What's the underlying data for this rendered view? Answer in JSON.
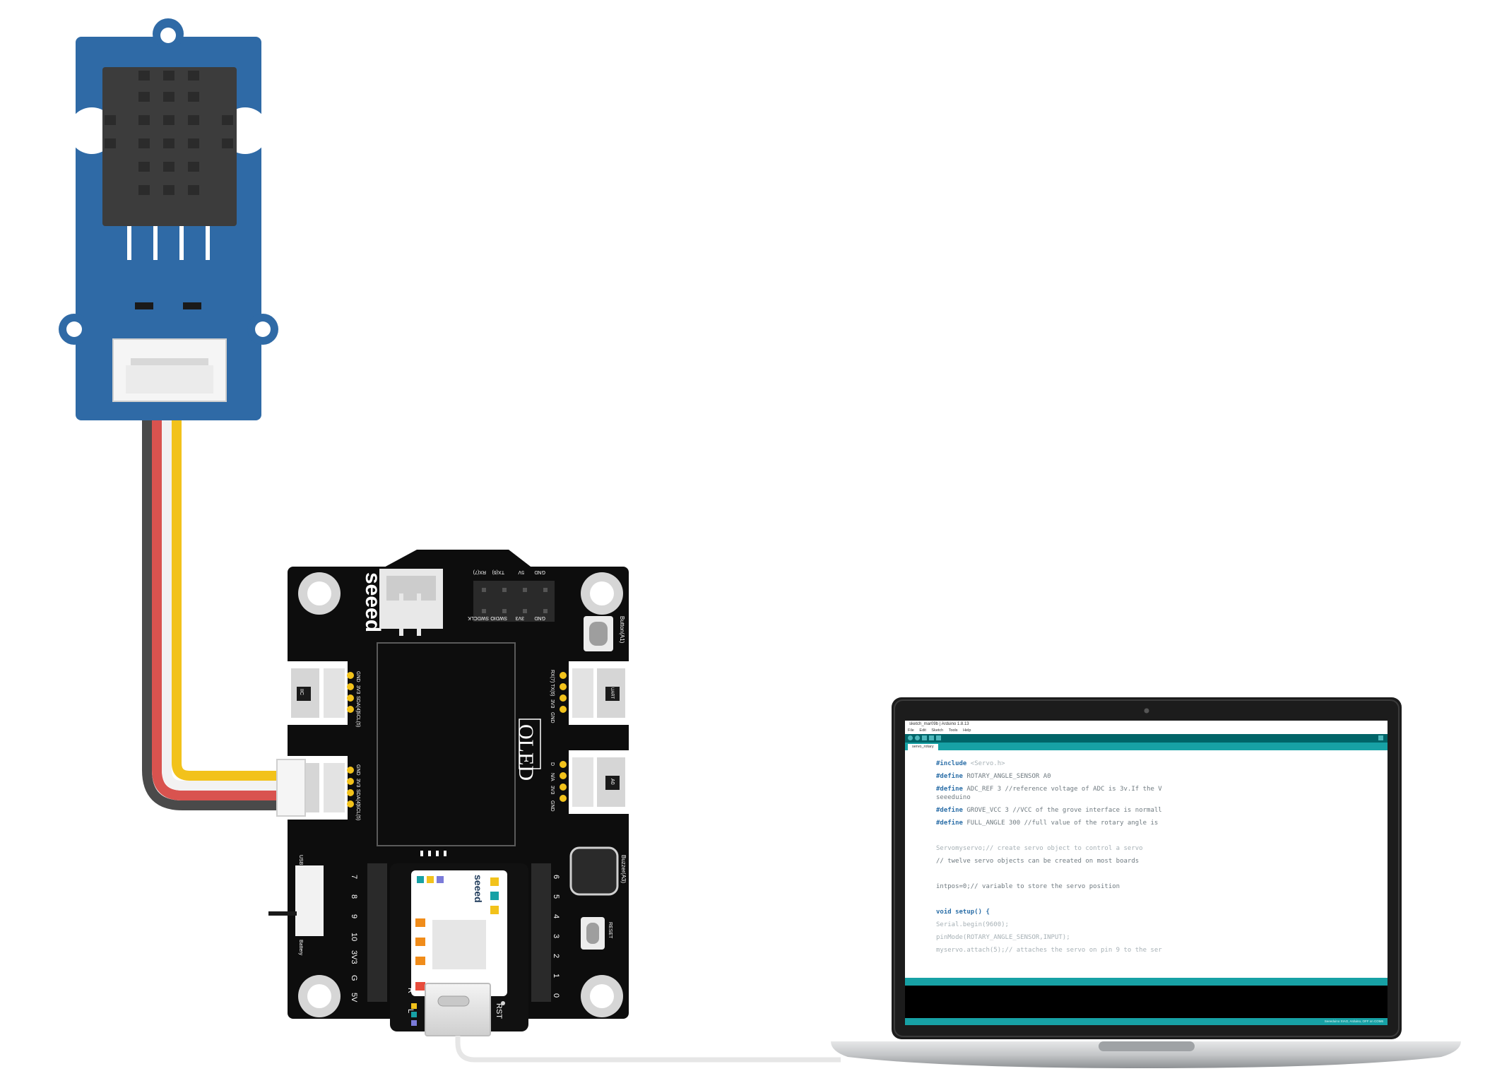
{
  "board": {
    "brand": "seeed",
    "display_label": "OLED",
    "header_top_labels": [
      "GND",
      "5V",
      "TX(6)",
      "RX(7)"
    ],
    "header_bottom_labels": [
      "GND",
      "3V3",
      "SWDIO",
      "SWDCLK"
    ],
    "left_port1_labels": [
      "GND",
      "3V3",
      "SDA(4)",
      "SCL(5)"
    ],
    "left_port1_tag": "IIC",
    "left_port2_labels": [
      "GND",
      "3V3",
      "SDA(4)",
      "SCL(5)"
    ],
    "right_port1_labels": [
      "RX(7)",
      "TX(6)",
      "3V3",
      "GND"
    ],
    "right_port1_tag": "UART",
    "right_port2_labels": [
      "D",
      "N/A",
      "3V3",
      "GND"
    ],
    "right_port2_tag": "A0",
    "left_pin_labels": [
      "7",
      "8",
      "9",
      "10",
      "3V3",
      "G",
      "5V"
    ],
    "right_pin_labels": [
      "6",
      "5",
      "4",
      "3",
      "2",
      "1",
      "0"
    ],
    "button_label": "Button(A1)",
    "buzzer_label": "Buzzer(A3)",
    "reset_label": "RESET",
    "switch_top_label": "USB",
    "switch_bottom_label": "Battery",
    "xiao_brand": "seeed",
    "xiao_rst": "RST",
    "xiao_led_labels": [
      "R",
      "L"
    ]
  },
  "ide": {
    "window_title": "sketch_mar09b | Arduino 1.8.13",
    "menu": [
      "File",
      "Edit",
      "Sketch",
      "Tools",
      "Help"
    ],
    "tab_name": "servo_rotary",
    "status": "Seeeduino XIAO, Arduino, OFF on COM6",
    "code": [
      "#include <Servo.h>",
      "#define ROTARY_ANGLE_SENSOR A0",
      "#define ADC_REF 3 //reference voltage of ADC is 3v.If the V",
      "seeeduino",
      "#define GROVE_VCC 3 //VCC of the grove interface is normall",
      "#define FULL_ANGLE 300 //full value of the rotary angle is",
      "",
      "Servomyservo;// create servo object to control a servo",
      "// twelve servo objects can be created on most boards",
      "",
      "intpos=0;// variable to store the servo position",
      "",
      "void setup() {",
      "Serial.begin(9600);",
      "pinMode(ROTARY_ANGLE_SENSOR,INPUT);",
      "myservo.attach(5);// attaches the servo on pin 9 to the ser"
    ]
  },
  "colors": {
    "sensor_blue": "#2f6aa6",
    "sensor_dark": "#3c3c3c",
    "board_black": "#0d0d0d",
    "pad_gold": "#f2c21b",
    "wire_yellow": "#f2c21b",
    "wire_white": "#f2f2f2",
    "wire_red": "#d9534f",
    "wire_black": "#4a4a4a",
    "ide_teal": "#17a1a5",
    "laptop_silver": "#c9cbcd"
  },
  "icons": [
    "temperature-humidity-sensor-icon",
    "microcontroller-board-icon",
    "laptop-icon",
    "usb-c-connector-icon"
  ]
}
